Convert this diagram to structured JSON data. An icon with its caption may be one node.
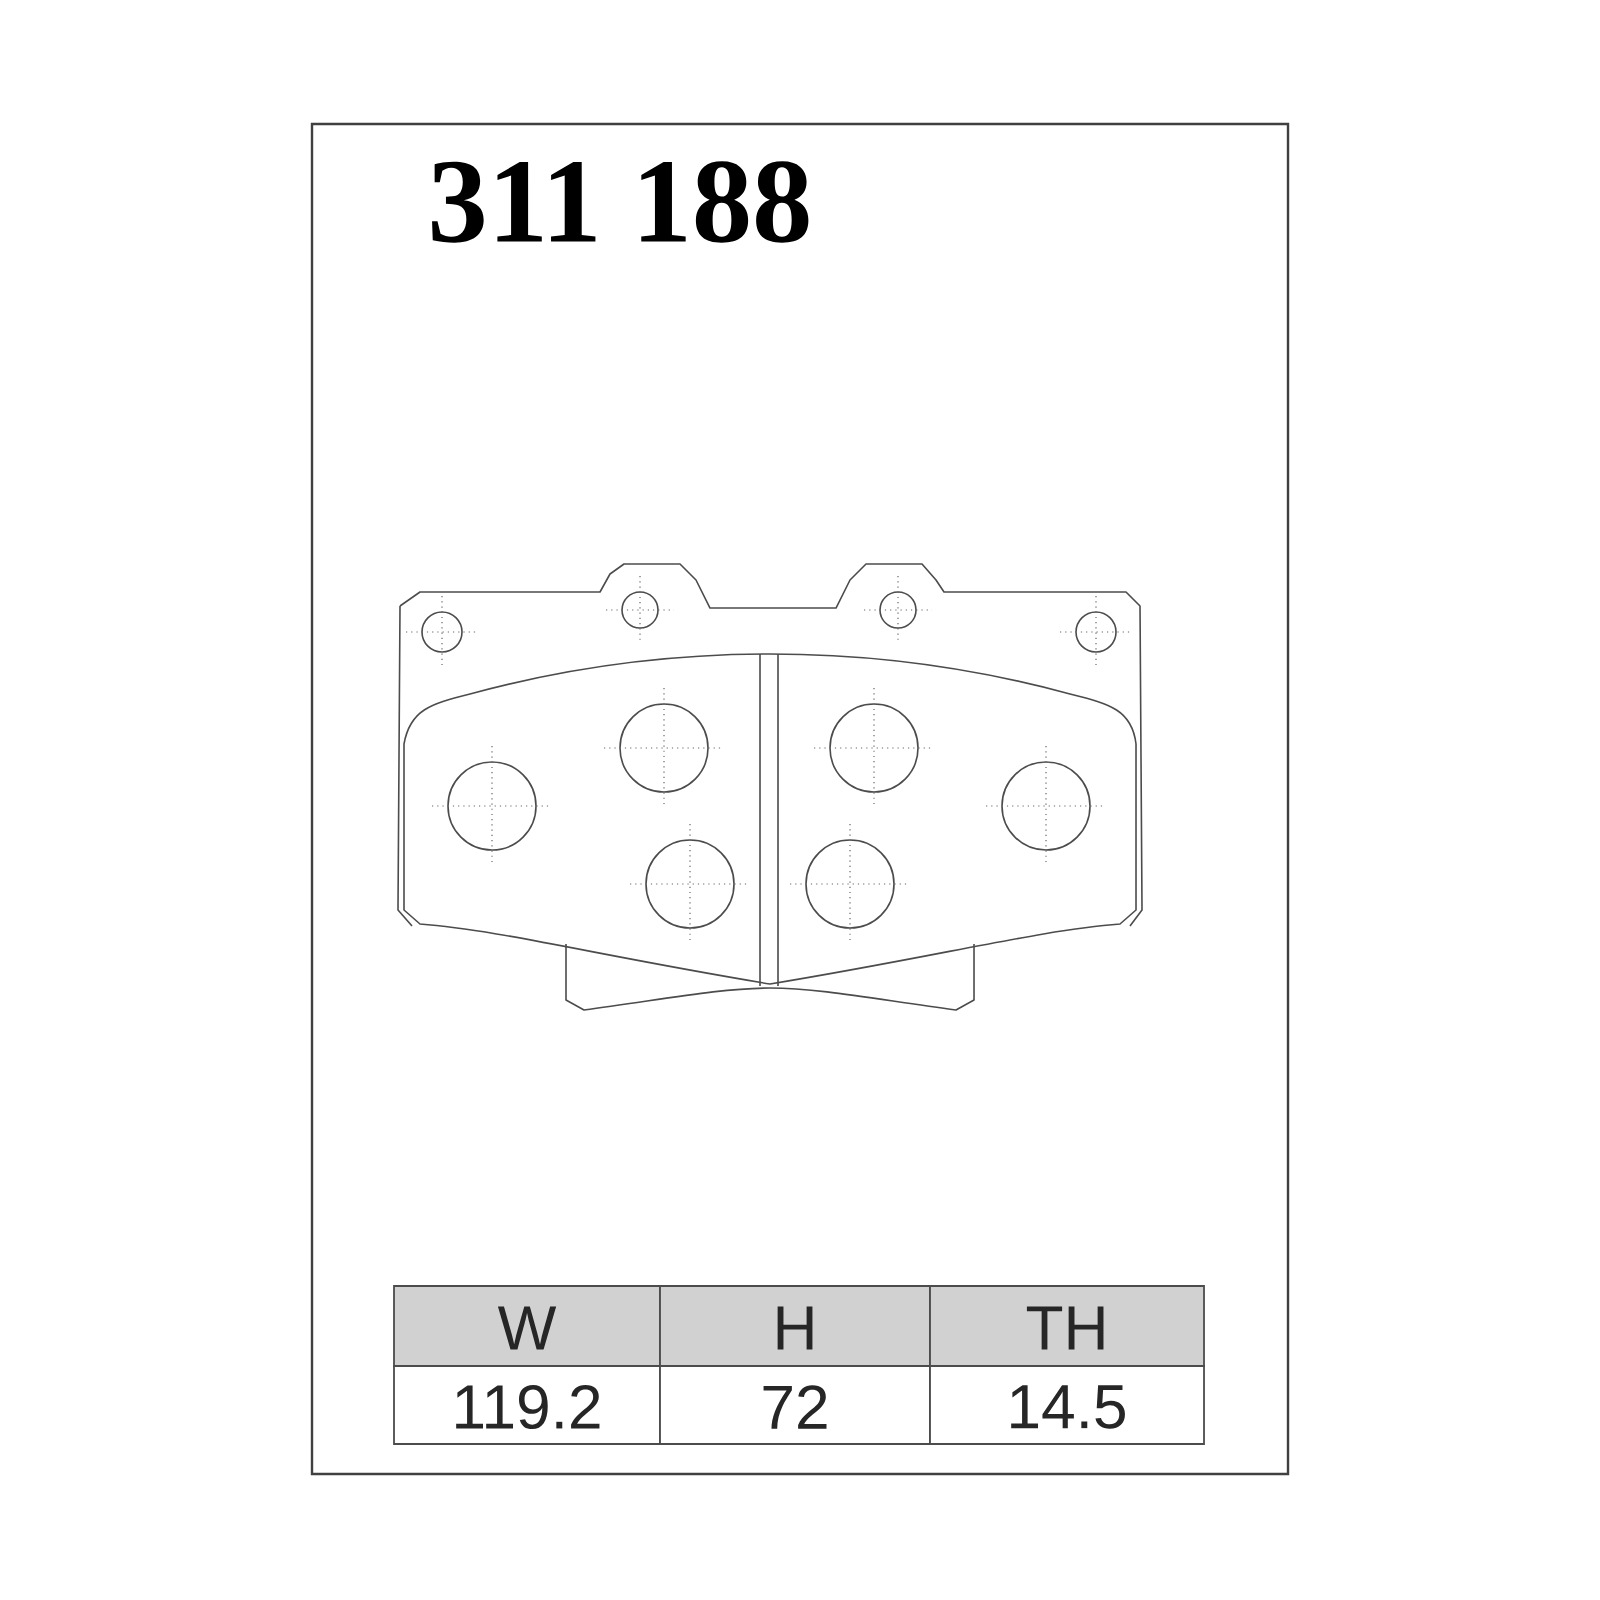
{
  "diagram": {
    "title": "311 188",
    "labels": [
      "W",
      "H",
      "TH",
      "119.2",
      "72",
      "14.5"
    ]
  }
}
